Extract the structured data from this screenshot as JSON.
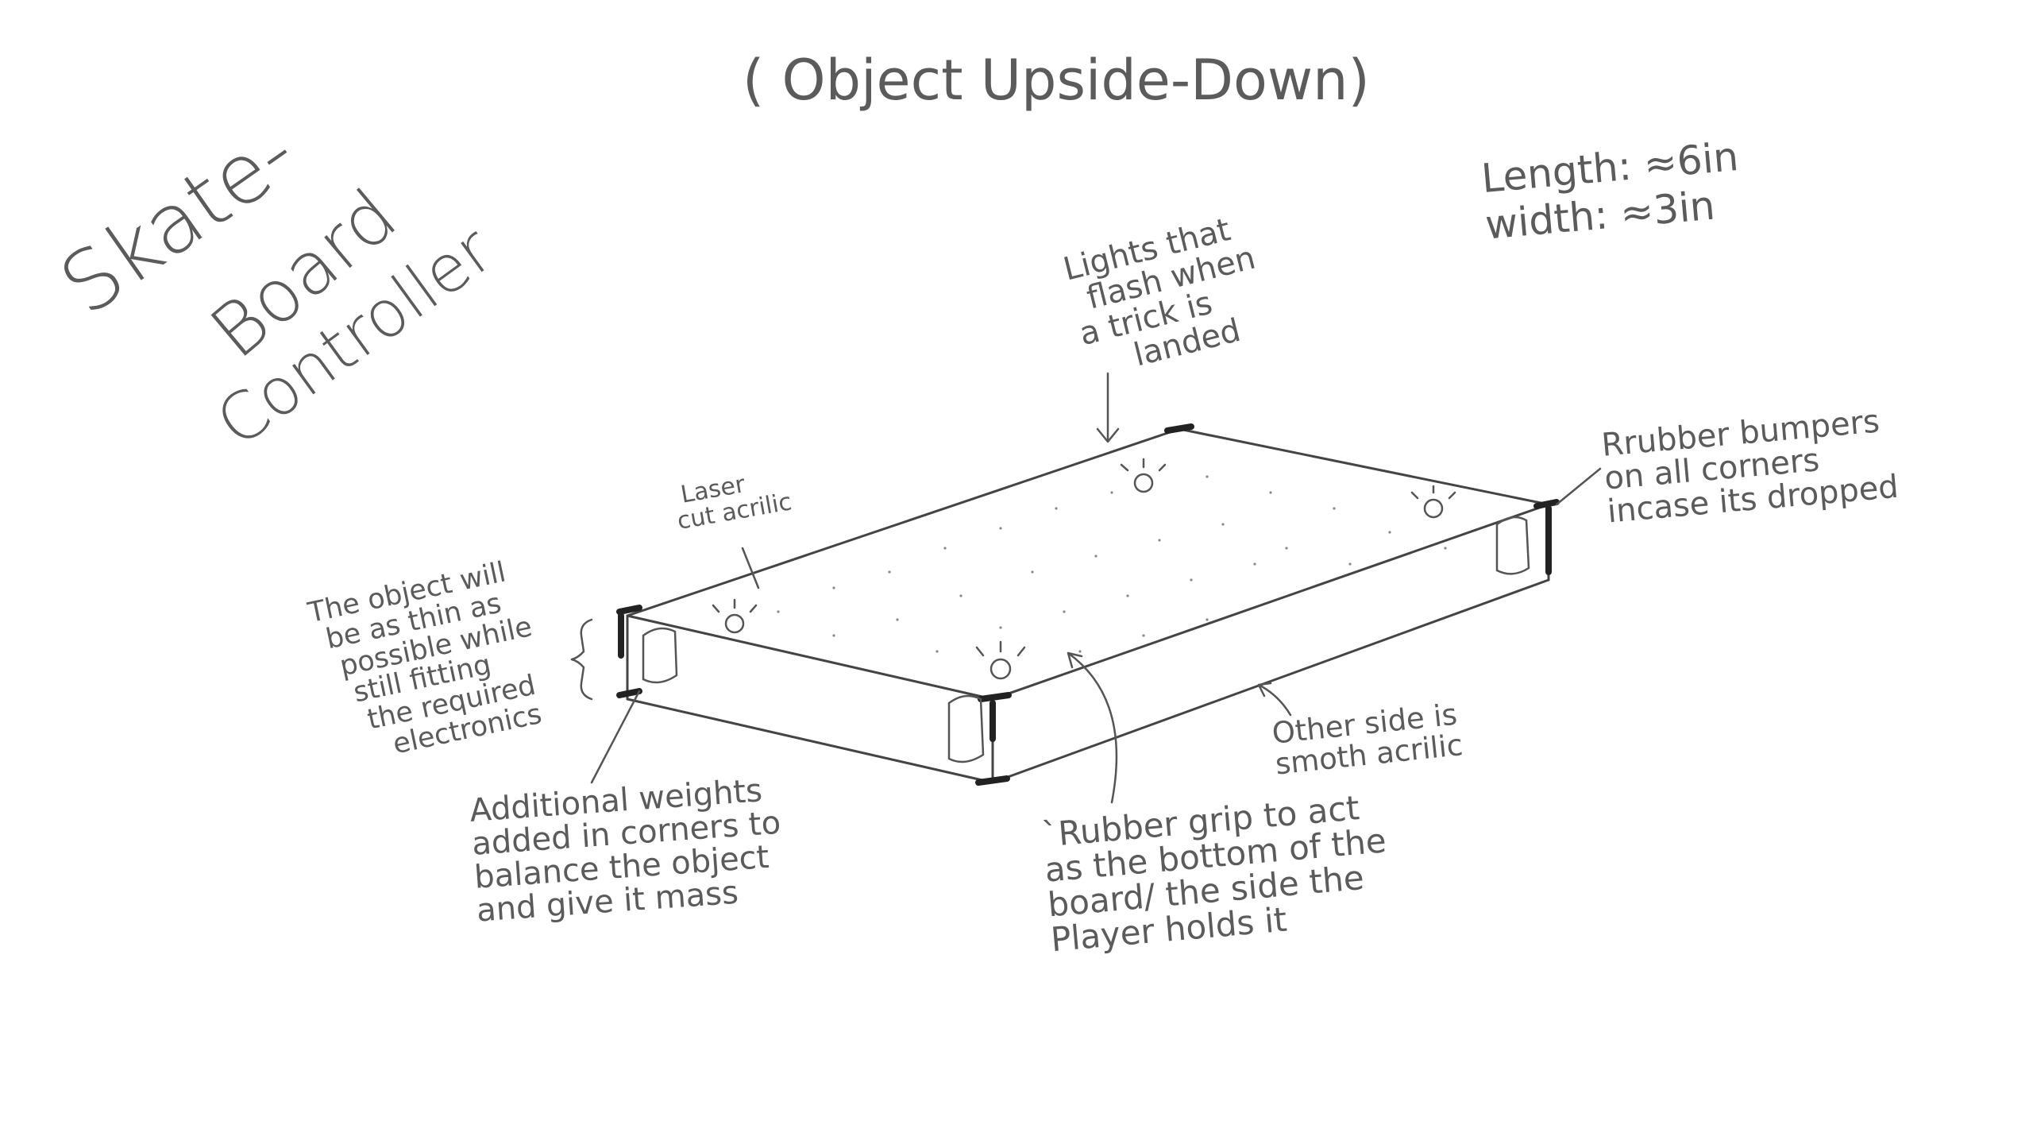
{
  "title": {
    "line1": "Skate-",
    "line2": "Board",
    "line3": "Controller"
  },
  "subtitle": "( Object Upside-Down)",
  "dimensions": {
    "length": "Length: ≈6in",
    "width": "width: ≈3in"
  },
  "callouts": {
    "lights": [
      "Lights that",
      "flash when",
      "a trick is",
      "landed"
    ],
    "laser": [
      "Laser",
      "cut acrilic"
    ],
    "bumpers": [
      "Rrubber bumpers",
      "on all corners",
      "incase its dropped"
    ],
    "thin": [
      "The object will",
      "be as thin as",
      "possible while",
      "still fitting",
      "the required",
      "electronics"
    ],
    "other_side": [
      "Other side is",
      "smoth acrilic"
    ],
    "weights": [
      "Additional weights",
      "added in corners to",
      "balance the object",
      "and give it mass"
    ],
    "grip": [
      "`Rubber grip to act",
      "as the bottom of the",
      "board/ the side the",
      "Player holds it"
    ]
  }
}
